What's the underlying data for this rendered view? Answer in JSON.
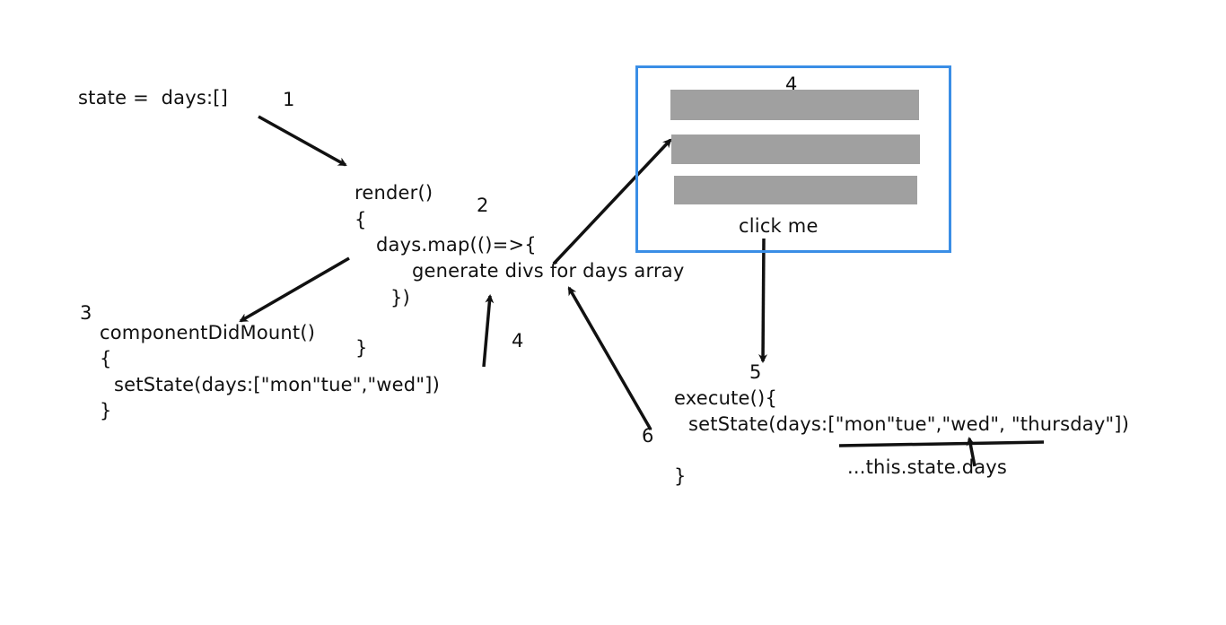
{
  "colors": {
    "box_border": "#3a8ee6",
    "bar_fill": "#a0a0a0",
    "ink": "#111111"
  },
  "step_numbers": {
    "state": "1",
    "render": "2",
    "mount": "3",
    "rerender": "4",
    "box": "4",
    "execute": "5",
    "spread": "6"
  },
  "state_block": {
    "line": "state =  days:[]"
  },
  "render_block": {
    "line1": "render()",
    "line2": "{",
    "line3": "days.map(()=>{",
    "line4": "generate divs for days array",
    "line5": "})",
    "line6": "}"
  },
  "mount_block": {
    "line1": "componentDidMount()",
    "line2": "{",
    "line3": "setState(days:[\"mon\"tue\",\"wed\"])",
    "line4": "}"
  },
  "ui_box": {
    "button_label": "click me",
    "bar_count": 3
  },
  "execute_block": {
    "line1": "execute(){",
    "line2": "setState(days:[\"mon\"tue\",\"wed\", \"thursday\"])",
    "line3": "}",
    "spread": "...this.state.days"
  }
}
